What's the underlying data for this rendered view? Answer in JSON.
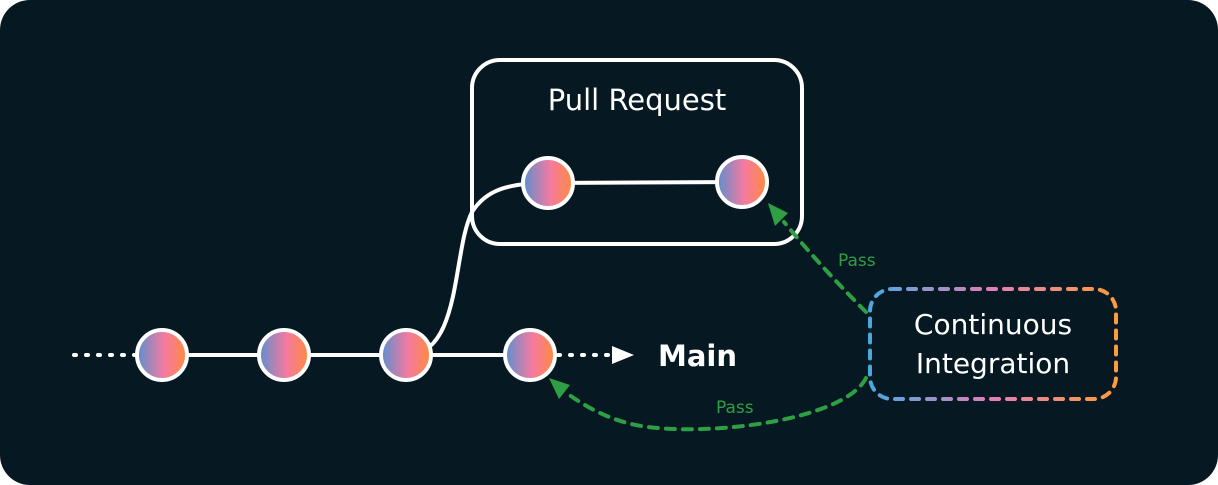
{
  "diagram": {
    "pr_box_label": "Pull Request",
    "main_label": "Main",
    "ci_label_line1": "Continuous",
    "ci_label_line2": "Integration",
    "pass_label_top": "Pass",
    "pass_label_bottom": "Pass"
  },
  "colors": {
    "background": "#061821",
    "line": "#ffffff",
    "pass": "#2ea043",
    "commit_gradient": [
      "#5b8fd0",
      "#f57aa0",
      "#ff8a3d"
    ],
    "ci_border": [
      "#4aa8e0",
      "#e57fb6",
      "#ff9a3d"
    ]
  },
  "icons": {
    "commit": "commit-node-icon",
    "arrow": "arrow-right-icon"
  }
}
